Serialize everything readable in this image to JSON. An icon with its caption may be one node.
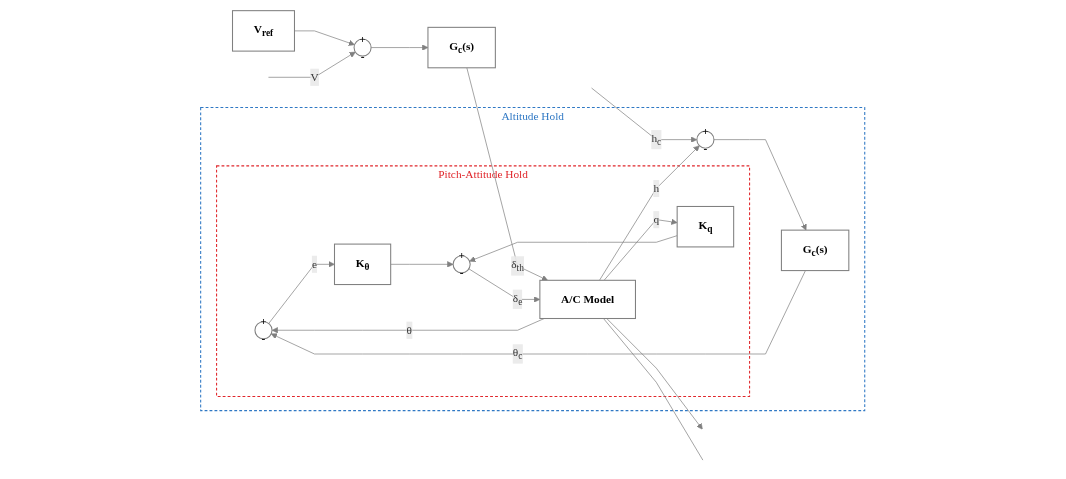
{
  "diagram": {
    "nodes": [
      {
        "text": [
          "Altitude Hold"
        ]
      },
      {
        "text": [
          "Pitch-Attitude Hold"
        ],
        "in": 0
      },
      {
        "text": [
          "V$_{ref}$"
        ]
      },
      {
        "text": [
          "+",
          "-"
        ]
      },
      {
        "text": [
          "G$_{c}$(s)"
        ]
      },
      {
        "text": [
          "+",
          "-"
        ],
        "in": 0
      },
      {
        "text": [
          "G$_{c}$(s)"
        ],
        "in": 0
      },
      {
        "text": [
          "+",
          "-"
        ],
        "in": 1
      },
      {
        "text": [
          "K$_{θ}$"
        ],
        "in": 1
      },
      {
        "text": [
          "+",
          "-"
        ],
        "in": 1
      },
      {
        "text": [
          "A/C Model"
        ],
        "in": 1
      },
      {
        "text": [
          "K$_{q}$"
        ],
        "in": 1
      }
    ],
    "edges": [
      {
        "from": 2,
        "to": 3,
        "arrow": "to"
      },
      {
        "from": 3,
        "to": 4,
        "arrow": "to"
      },
      {
        "from": 4,
        "to": 10,
        "arrow": "to",
        "label": "δ$_{th}$"
      },
      {
        "from": null,
        "to": 5,
        "arrow": "to",
        "label": "h$_{c}$"
      },
      {
        "from": 5,
        "to": 6,
        "arrow": "to"
      },
      {
        "from": 6,
        "to": 7,
        "arrow": "to",
        "label": "θ$_{c}$"
      },
      {
        "from": 7,
        "to": 8,
        "arrow": "to",
        "label": "e"
      },
      {
        "from": 8,
        "to": 9,
        "arrow": "to"
      },
      {
        "from": 9,
        "to": 10,
        "arrow": "to",
        "label": "δ$_{e}$"
      },
      {
        "from": 10,
        "to": null,
        "arrow": "to"
      },
      {
        "from": 10,
        "to": 11,
        "arrow": "to",
        "label": "q"
      },
      {
        "from": 11,
        "to": 9,
        "arrow": "to"
      },
      {
        "from": 10,
        "to": 7,
        "arrow": "to",
        "label": "θ"
      },
      {
        "from": 10,
        "to": 5,
        "arrow": "to",
        "label": "h"
      },
      {
        "from": 10,
        "to": null,
        "arrow": "none"
      },
      {
        "from": null,
        "to": 3,
        "arrow": "to",
        "label": "V"
      }
    ]
  }
}
